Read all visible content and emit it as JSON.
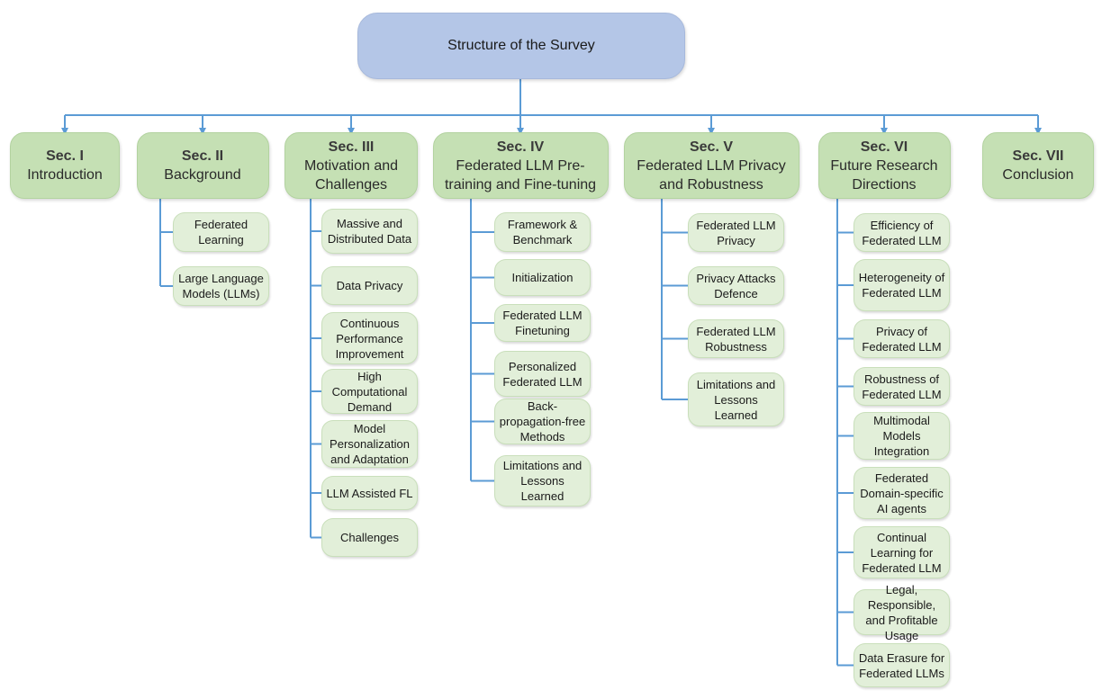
{
  "root": {
    "label": "Structure of the Survey"
  },
  "colors": {
    "connector": "#5b9bd5",
    "root_fill": "#b4c6e7",
    "section_fill": "#c5e0b4",
    "leaf_fill": "#e2efd9"
  },
  "sections": [
    {
      "num": "Sec. I",
      "title": "Introduction",
      "children": []
    },
    {
      "num": "Sec. II",
      "title": "Background",
      "children": [
        "Federated Learning",
        "Large Language Models (LLMs)"
      ]
    },
    {
      "num": "Sec. III",
      "title": "Motivation and Challenges",
      "children": [
        "Massive and Distributed Data",
        "Data Privacy",
        "Continuous Performance Improvement",
        "High Computational Demand",
        "Model Personalization and Adaptation",
        "LLM Assisted FL",
        "Challenges"
      ]
    },
    {
      "num": "Sec. IV",
      "title": "Federated LLM Pre-training and Fine-tuning",
      "children": [
        "Framework & Benchmark",
        "Initialization",
        "Federated LLM Finetuning",
        "Personalized Federated LLM",
        "Back-propagation-free Methods",
        "Limitations and Lessons Learned"
      ]
    },
    {
      "num": "Sec. V",
      "title": "Federated LLM Privacy and Robustness",
      "children": [
        "Federated LLM Privacy",
        "Privacy Attacks Defence",
        "Federated LLM Robustness",
        "Limitations and Lessons Learned"
      ]
    },
    {
      "num": "Sec. VI",
      "title": "Future Research Directions",
      "children": [
        "Efficiency of Federated LLM",
        "Heterogeneity of Federated LLM",
        "Privacy of Federated LLM",
        "Robustness of Federated LLM",
        "Multimodal Models Integration",
        "Federated Domain-specific AI agents",
        "Continual Learning for Federated LLM",
        "Legal, Responsible, and Profitable Usage",
        "Data Erasure for Federated LLMs"
      ]
    },
    {
      "num": "Sec. VII",
      "title": "Conclusion",
      "children": []
    }
  ]
}
